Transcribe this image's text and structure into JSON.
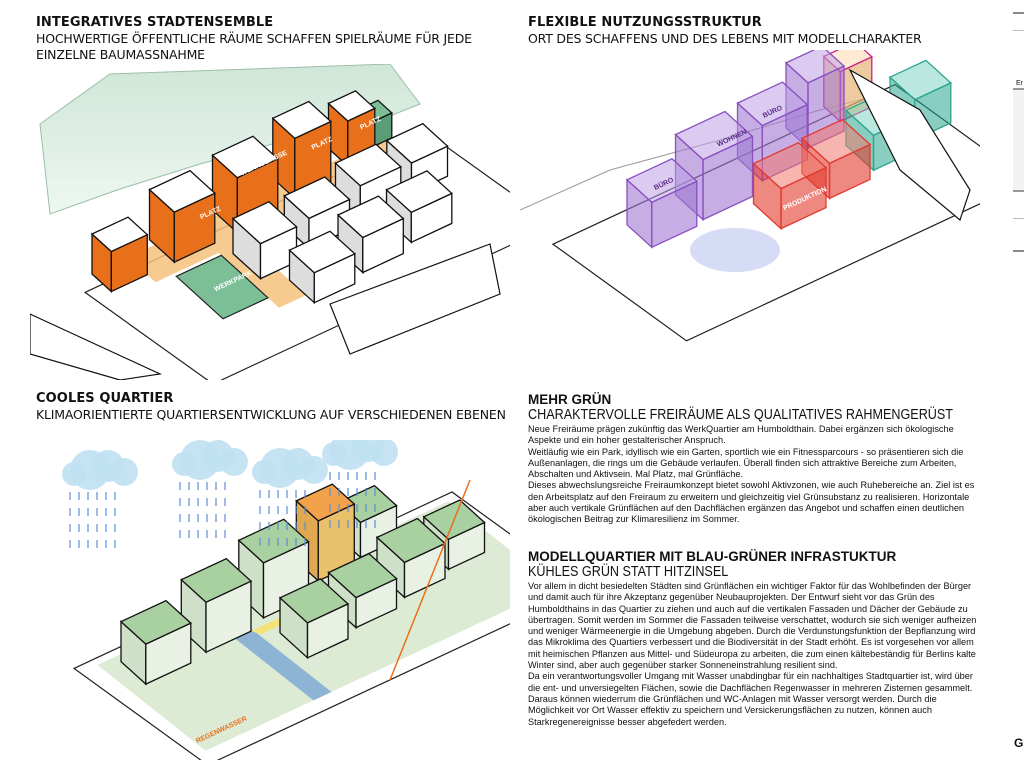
{
  "panels": [
    {
      "title": "INTEGRATIVES STADTENSEMBLE",
      "subtitle": "HOCHWERTIGE ÖFFENTLICHE RÄUME SCHAFFEN SPIELRÄUME FÜR JEDE EINZELNE BAUMASSNAHME",
      "labels": [
        "WERKSGASSE",
        "WERKPARK",
        "PLATZ",
        "PLATZ",
        "PLATZ"
      ]
    },
    {
      "title": "FLEXIBLE NUTZUNGSSTRUKTUR",
      "subtitle": "ORT DES SCHAFFENS UND DES LEBENS MIT MODELLCHARAKTER",
      "labels": [
        "BÜRO",
        "BÜRO",
        "WOHNEN",
        "PRODUKTION"
      ]
    },
    {
      "title": "COOLES QUARTIER",
      "subtitle": "KLIMAORIENTIERTE QUARTIERSENTWICKLUNG AUF VERSCHIEDENEN EBENEN",
      "labels": [
        "REGENWASSER"
      ]
    }
  ],
  "mehr_gruen": {
    "title": "MEHR GRÜN",
    "subtitle": "CHARAKTERVOLLE FREIRÄUME ALS QUALITATIVES RAHMENGERÜST",
    "paragraphs": [
      "Neue Freiräume prägen zukünftig das WerkQuartier am Humboldthain. Dabei ergänzen sich ökologische Aspekte und ein hoher gestalterischer Anspruch.",
      "Weitläufig wie ein Park, idyllisch wie ein Garten, sportlich wie ein Fitnessparcours - so präsentieren sich die Außenanlagen, die rings um die Gebäude verlaufen. Überall finden sich attraktive Bereiche zum Arbeiten, Abschalten und Aktivsein. Mal Platz, mal Grünfläche.",
      "Dieses abwechslungsreiche Freiraumkonzept bietet sowohl Aktivzonen, wie auch Ruhebereiche an. Ziel ist es den Arbeitsplatz auf den Freiraum zu erweitern und gleichzeitig viel Grünsubstanz zu realisieren. Horizontale aber auch vertikale Grünflächen auf den Dachflächen ergänzen das Angebot und schaffen einen deutlichen ökologischen Beitrag zur Klimaresilienz im Sommer."
    ]
  },
  "modellquartier": {
    "title": "MODELLQUARTIER MIT BLAU-GRÜNER INFRASTUKTUR",
    "subtitle": "KÜHLES GRÜN STATT HITZINSEL",
    "paragraphs": [
      "Vor allem in dicht besiedelten Städten sind Grünflächen ein wichtiger Faktor für das Wohlbefinden der Bürger und damit auch für ihre Akzeptanz gegenüber Neubauprojekten. Der Entwurf sieht vor das Grün des Humboldthains in das Quartier zu ziehen und auch auf die vertikalen Fassaden und Dächer der Gebäude zu übertragen. Somit werden im Sommer die Fassaden teilweise verschattet, wodurch sie sich weniger aufheizen und weniger Wärmeenergie in die Umgebung abgeben. Durch die Verdunstungsfunktion der Bepflanzung wird das Mikroklima des Quartiers verbessert und die Biodiversität in der Stadt erhöht. Es ist vorgesehen vor allem mit heimischen Pflanzen aus Mittel- und Südeuropa zu arbeiten, die zum einen kältebeständig für Berlins kalte Winter sind, aber auch gegenüber starker Sonneneinstrahlung resilient sind.",
      "Da ein verantwortungsvoller Umgang mit Wasser unabdingbar für ein nachhaltiges Stadtquartier ist, wird über die ent- und unversiegelten Flächen, sowie die Dachflächen Regenwasser in mehreren Zisternen gesammelt. Daraus können wiederrum die Grünflächen und WC-Anlagen mit Wasser versorgt werden. Durch die Möglichkeit vor Ort Wasser effektiv zu speichern und Versickerungsflächen zu nutzen, können auch Starkregenereignisse besser abgefedert werden."
    ]
  },
  "side_strip": {
    "label": "Er",
    "letter": "G"
  },
  "colors": {
    "orange": "#e8701a",
    "green": "#6fb88a",
    "purple": "#8a4fc0",
    "red": "#e23a2e",
    "teal": "#2aa58e",
    "rain": "#5a8fd6"
  }
}
